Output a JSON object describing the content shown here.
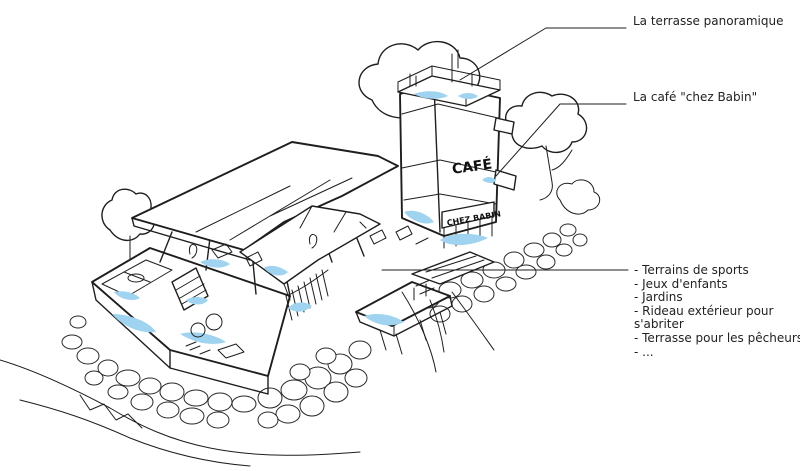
{
  "labels": {
    "terrasse": "La terrasse panoramique",
    "cafe": "La café \"chez Babin\""
  },
  "features": [
    "- Terrains de sports",
    "- Jeux d'enfants",
    "- Jardins",
    "- Rideau extérieur pour",
    "s'abriter",
    "- Terrasse pour les pêcheurs",
    "- ..."
  ],
  "signs": {
    "tower": "CAFÉ",
    "building": "CHEZ BABIN"
  },
  "colors": {
    "ink": "#1e1e1e",
    "water_accent": "#9fd3ef",
    "background": "#ffffff"
  }
}
